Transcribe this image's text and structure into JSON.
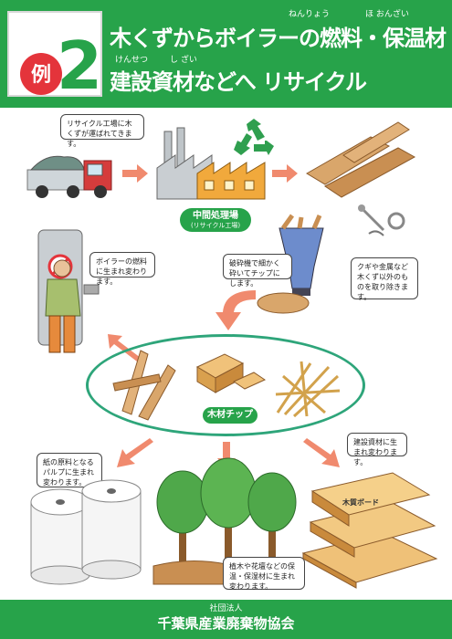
{
  "header": {
    "badge_char": "例",
    "badge_number": "2",
    "title_line1": "木くずからボイラーの燃料・保温材",
    "title_line2": "建設資材などへ リサイクル",
    "ruby_nenryou": "ねんりょう",
    "ruby_hoonzai": "ほ おんざい",
    "ruby_kensetsu": "けんせつ",
    "ruby_shizai": "し ざい"
  },
  "bubbles": {
    "truck": "リサイクル工場に木くずが運ばれてきます。",
    "crusher": "破砕機で細かく砕いてチップにします。",
    "nails": "クギや金属など木くず以外のものを取り除きます。",
    "boiler": "ボイラーの燃料に生まれ変わります。",
    "paper": "紙の原料となるパルプに生まれ変わります。",
    "mulch": "植木や花壇などの保温・保湿材に生まれ変わります。",
    "board": "建設資材に生まれ変わります。"
  },
  "facility": {
    "label": "中間処理場",
    "sublabel": "(リサイクル工場)"
  },
  "chip": {
    "label": "木材チップ"
  },
  "board_label": "木質ボード",
  "footer": {
    "org_type": "社団法人",
    "org_name": "千葉県産業廃棄物協会"
  },
  "colors": {
    "header_green": "#27a34a",
    "arrow_salmon": "#f08a6e",
    "ellipse_teal": "#2ea57a",
    "badge_red": "#e4343b"
  }
}
